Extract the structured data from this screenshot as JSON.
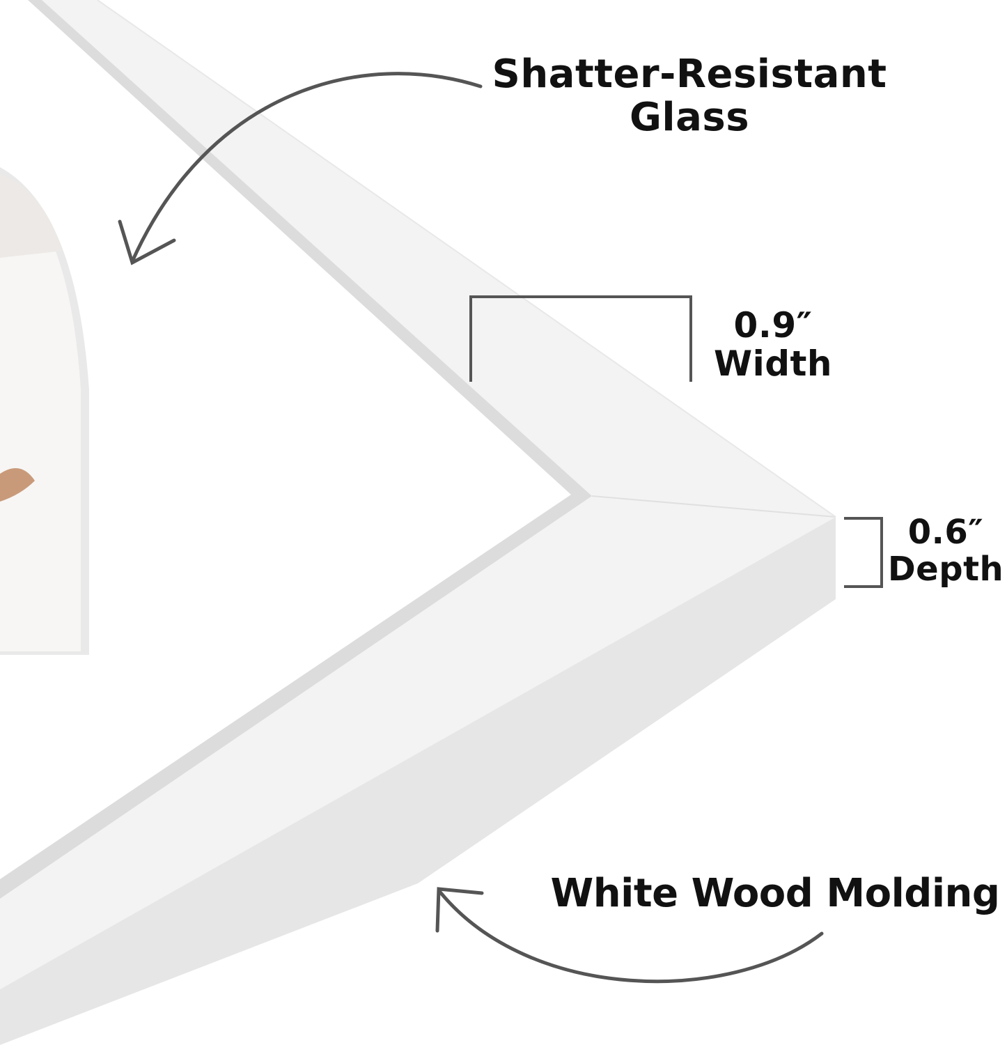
{
  "colors": {
    "frame_face": "#f3f3f3",
    "frame_depth": "#e6e6e6",
    "inner_lip": "#dcdcdc",
    "annotation": "#555555",
    "text": "#111111"
  },
  "annotations": {
    "glass": {
      "line1": "Shatter-Resistant",
      "line2": "Glass"
    },
    "width": {
      "value": "0.9″",
      "label": "Width"
    },
    "depth": {
      "value": "0.6″",
      "label": "Depth"
    },
    "molding": {
      "label": "White Wood Molding"
    }
  }
}
